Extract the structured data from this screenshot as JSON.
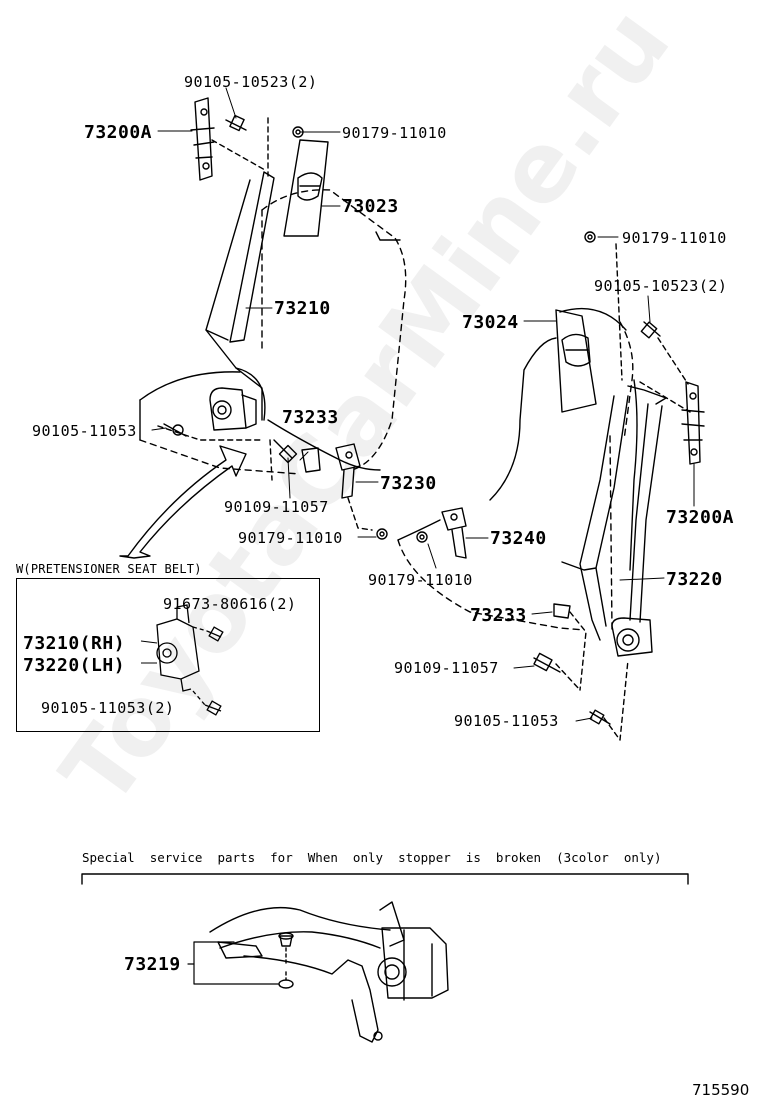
{
  "watermark": "ToyotaCarMine.ru",
  "diagram_id": "715590",
  "parts": {
    "p_73200A_left": "73200A",
    "p_90105_10523_left": "90105-10523(2)",
    "p_90179_11010_top": "90179-11010",
    "p_73023": "73023",
    "p_73210": "73210",
    "p_90105_11053_left": "90105-11053",
    "p_73233_left": "73233",
    "p_90109_11057_left": "90109-11057",
    "p_73230": "73230",
    "p_90179_11010_mid": "90179-11010",
    "p_90179_11010_right_top": "90179-11010",
    "p_90105_10523_right": "90105-10523(2)",
    "p_73024": "73024",
    "p_73200A_right": "73200A",
    "p_73240": "73240",
    "p_90179_11010_lower": "90179-11010",
    "p_73220": "73220",
    "p_73233_right": "73233",
    "p_90109_11057_right": "90109-11057",
    "p_90105_11053_right": "90105-11053",
    "p_73219": "73219"
  },
  "inset": {
    "title": "W(PRETENSIONER SEAT BELT)",
    "p_91673": "91673-80616(2)",
    "p_73210_rh": "73210(RH)",
    "p_73220_lh": "73220(LH)",
    "p_90105_11053_2": "90105-11053(2)"
  },
  "special_note": "Special  service  parts  for  When  only  stopper  is  broken  (3color  only)"
}
